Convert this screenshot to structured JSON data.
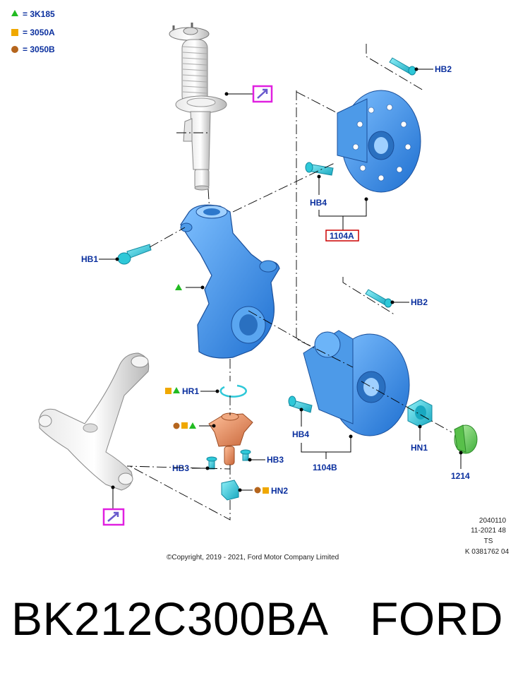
{
  "legend": [
    {
      "symbol": "triangle",
      "color": "#22bb22",
      "text": "= 3K185"
    },
    {
      "symbol": "square",
      "color": "#f0a800",
      "text": "= 3050A"
    },
    {
      "symbol": "circle",
      "color": "#b5651d",
      "text": "= 3050B"
    }
  ],
  "callouts": {
    "hb2_top": "HB2",
    "hb4_top": "HB4",
    "part_1104a": "1104A",
    "hb1": "HB1",
    "hb2_mid": "HB2",
    "hr1": "HR1",
    "hb3_left": "HB3",
    "hb3_right": "HB3",
    "hn2": "HN2",
    "hb4_bottom": "HB4",
    "part_1104b": "1104B",
    "hn1": "HN1",
    "part_1214": "1214"
  },
  "colors": {
    "label_blue": "#0a2f9e",
    "highlight_magenta": "#e020e0",
    "highlight_red": "#cc0000",
    "knuckle_blue": "#3a8fe8",
    "bolt_cyan": "#2ec8d8",
    "balljoint_copper": "#e08a5a",
    "cap_green": "#6cd25a"
  },
  "icons": {
    "strut_note": "wrench-arrow-icon",
    "arm_note": "wrench-arrow-icon"
  },
  "footer": {
    "copyright": "©Copyright, 2019 - 2021, Ford Motor Company Limited",
    "code_line1": "2040110",
    "code_line2": "11-2021 48",
    "code_line3": "TS",
    "code_line4": "K 0381762 04"
  },
  "title_bar": {
    "part_number": "BK212C300BA",
    "brand": "FORD"
  }
}
